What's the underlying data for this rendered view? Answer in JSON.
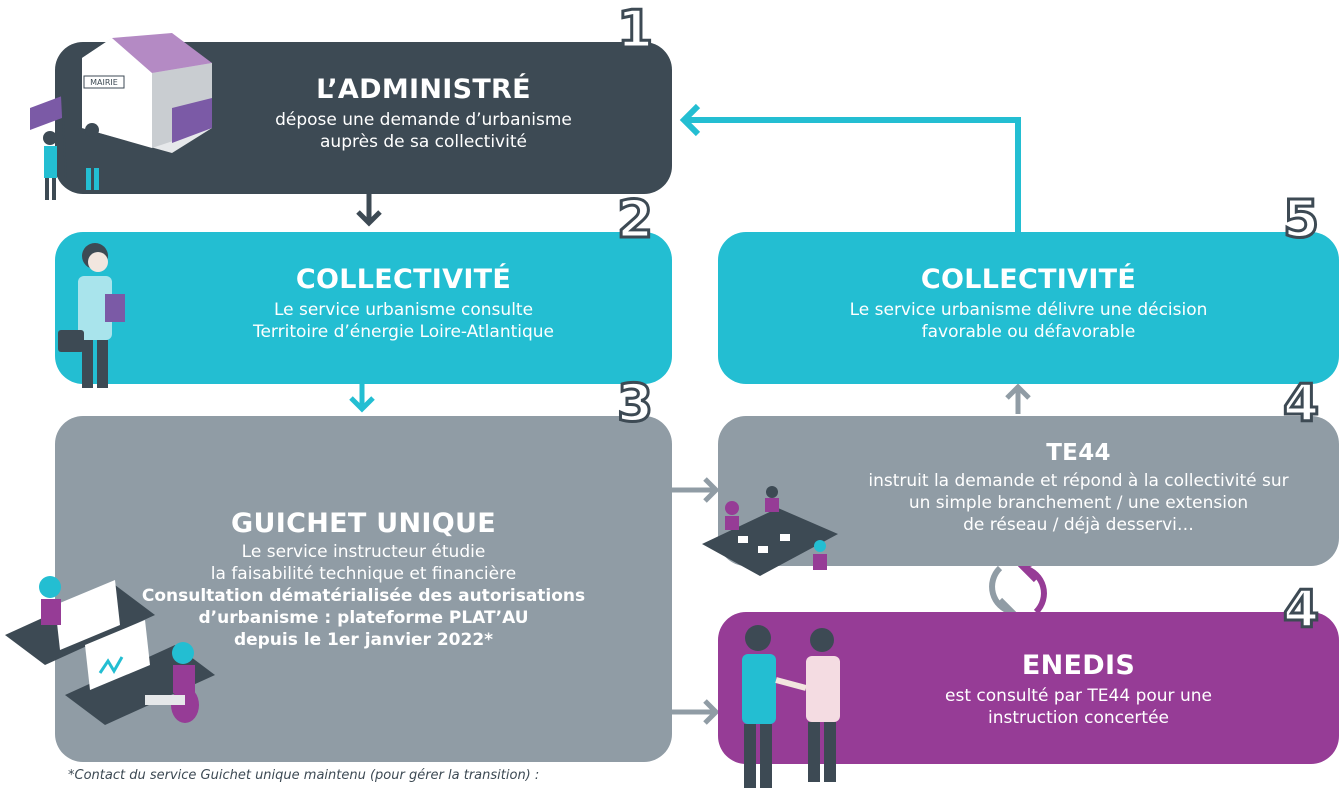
{
  "steps": [
    {
      "number": "1",
      "title": "L’ADMINISTRÉ",
      "lines": [
        "dépose une demande d’urbanisme",
        "auprès de sa collectivité"
      ]
    },
    {
      "number": "2",
      "title": "COLLECTIVITÉ",
      "lines": [
        "Le service urbanisme consulte",
        "Territoire d’énergie Loire-Atlantique"
      ]
    },
    {
      "number": "3",
      "title": "GUICHET UNIQUE",
      "lines": [
        "Le service instructeur étudie",
        "la faisabilité technique et financière"
      ],
      "bold_lines": [
        "Consultation dématérialisée des autorisations",
        "d’urbanisme : plateforme PLAT’AU",
        "depuis le 1er janvier 2022*"
      ]
    },
    {
      "number": "4",
      "title": "TE44",
      "lines": [
        "instruit la demande et répond à la collectivité sur",
        "un simple branchement / une extension",
        "de réseau / déjà desservi…"
      ]
    },
    {
      "number": "4",
      "title": "ENEDIS",
      "lines": [
        "est consulté par TE44 pour une",
        "instruction concertée"
      ]
    },
    {
      "number": "5",
      "title": "COLLECTIVITÉ",
      "lines": [
        "Le service urbanisme délivre une décision",
        "favorable ou défavorable"
      ]
    }
  ],
  "illustration": {
    "mairie_sign": "MAIRIE"
  },
  "footnote": "*Contact du service Guichet unique maintenu (pour gérer la transition) :",
  "colors": {
    "dark": "#3d4a54",
    "cyan": "#23bed2",
    "grey": "#909ca5",
    "purple": "#963c96"
  }
}
